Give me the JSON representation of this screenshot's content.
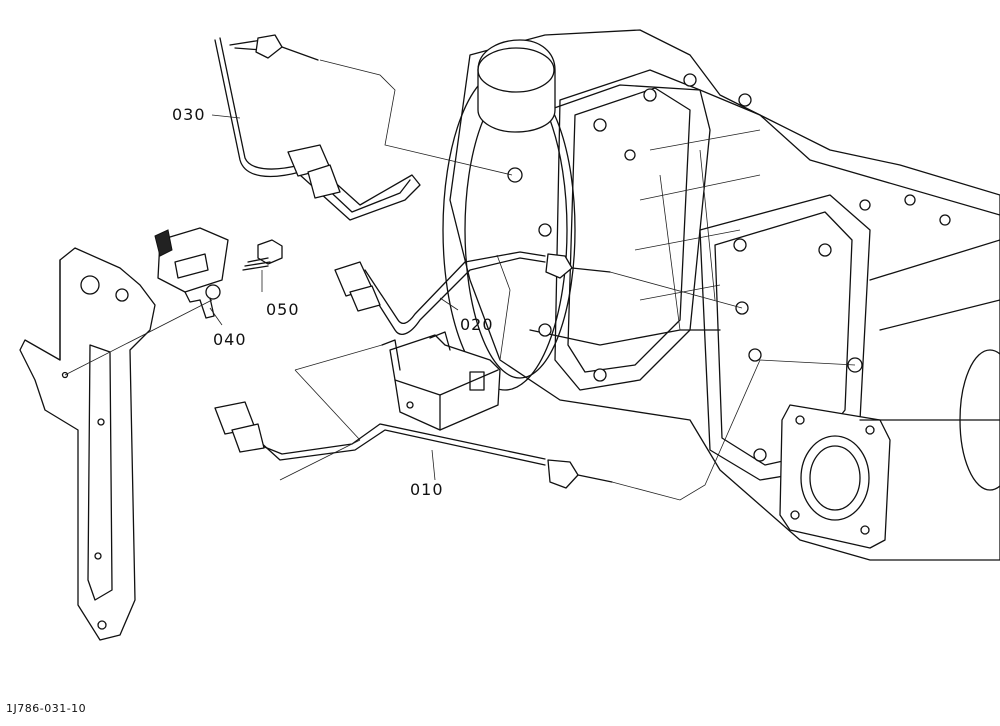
{
  "diagram": {
    "part_labels": [
      {
        "id": "030",
        "text": "030"
      },
      {
        "id": "020",
        "text": "020"
      },
      {
        "id": "010",
        "text": "010"
      },
      {
        "id": "040",
        "text": "040"
      },
      {
        "id": "050",
        "text": "050"
      }
    ],
    "drawing_code": "1J786-031-10"
  }
}
